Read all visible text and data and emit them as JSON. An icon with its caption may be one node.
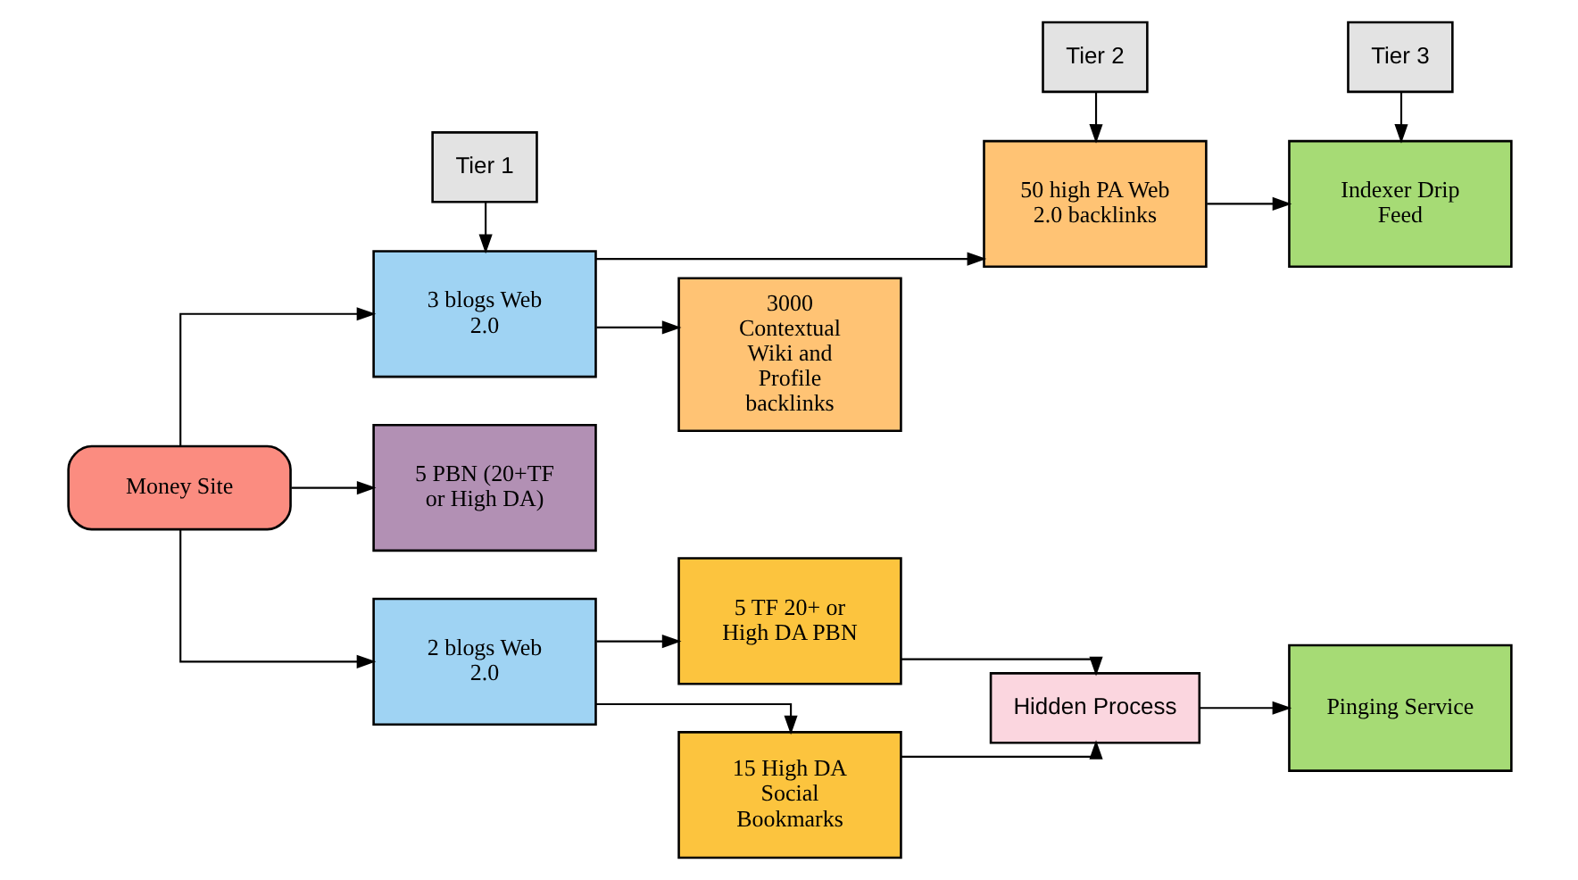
{
  "diagram": {
    "nodes": [
      {
        "text": [
          "Tier 1"
        ]
      },
      {
        "text": [
          "Tier 2"
        ]
      },
      {
        "text": [
          "Tier 3"
        ]
      },
      {
        "text": [
          "3 blogs Web 2.0"
        ]
      },
      {
        "text": [
          "50 high PA Web 2.0 backlinks"
        ]
      },
      {
        "text": [
          "Indexer Drip Feed"
        ]
      },
      {
        "text": [
          "3000 Contextual Wiki and Profile backlinks"
        ]
      },
      {
        "text": [
          "Money Site"
        ]
      },
      {
        "text": [
          "5 PBN (20+TF or High DA)"
        ]
      },
      {
        "text": [
          "Pinging Service"
        ]
      },
      {
        "text": [
          "5 TF 20+ or High DA PBN"
        ]
      },
      {
        "text": [
          "Hidden Process"
        ]
      },
      {
        "text": [
          "2 blogs Web 2.0"
        ]
      },
      {
        "text": [
          "15 High DA Social Bookmarks"
        ]
      }
    ],
    "edges": [
      {
        "from": 0,
        "to": 3,
        "arrow": "to"
      },
      {
        "from": 1,
        "to": 4,
        "arrow": "to"
      },
      {
        "from": 2,
        "to": 5,
        "arrow": "to"
      },
      {
        "from": 7,
        "to": 3,
        "arrow": "to"
      },
      {
        "from": 7,
        "to": 8,
        "arrow": "to"
      },
      {
        "from": 7,
        "to": 12,
        "arrow": "to"
      },
      {
        "from": 3,
        "to": 4,
        "arrow": "to"
      },
      {
        "from": 3,
        "to": 6,
        "arrow": "to"
      },
      {
        "from": 4,
        "to": 5,
        "arrow": "to"
      },
      {
        "from": 12,
        "to": 10,
        "arrow": "to"
      },
      {
        "from": 12,
        "to": 13,
        "arrow": "to"
      },
      {
        "from": 10,
        "to": 11,
        "arrow": "to"
      },
      {
        "from": 13,
        "to": 11,
        "arrow": "to"
      },
      {
        "from": 11,
        "to": 9,
        "arrow": "to"
      }
    ]
  }
}
